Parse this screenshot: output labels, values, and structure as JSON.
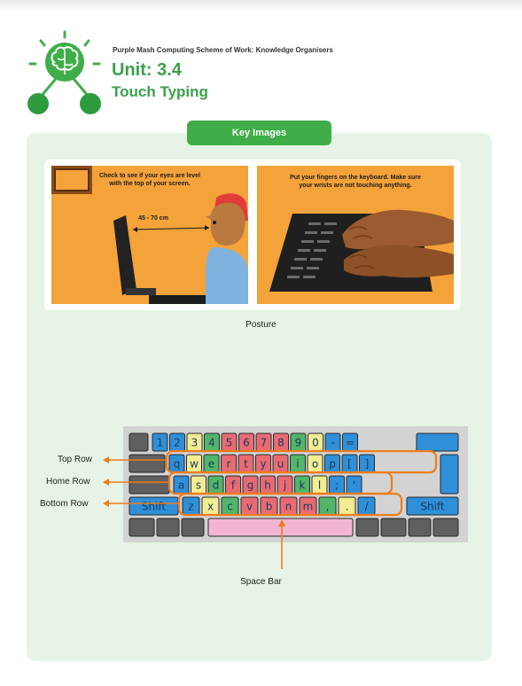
{
  "header": {
    "series": "Purple Mash Computing Scheme of Work: Knowledge Organisers",
    "unit": "Unit: 3.4",
    "topic": "Touch Typing"
  },
  "section": {
    "tab_label": "Key Images"
  },
  "images": [
    {
      "text_line1": "Check to see if your eyes are level",
      "text_line2": "with the top of your screen.",
      "measure": "45 - 70 cm"
    },
    {
      "text_line1": "Put your fingers on the keyboard.  Make sure",
      "text_line2": "your wrists are not touching anything."
    }
  ],
  "posture_caption": "Posture",
  "keyboard": {
    "number_row": [
      "1",
      "2",
      "3",
      "4",
      "5",
      "6",
      "7",
      "8",
      "9",
      "0",
      "-",
      "="
    ],
    "top_row": [
      "q",
      "w",
      "e",
      "r",
      "t",
      "y",
      "u",
      "i",
      "o",
      "p",
      "[",
      "]"
    ],
    "home_row": [
      "a",
      "s",
      "d",
      "f",
      "g",
      "h",
      "j",
      "k",
      "l",
      ";",
      "'"
    ],
    "bottom_row": [
      "z",
      "x",
      "c",
      "v",
      "b",
      "n",
      "m",
      ",",
      ".",
      "/"
    ],
    "shift_left": "Shift",
    "shift_right": "Shift",
    "labels": {
      "top": "Top Row",
      "home": "Home Row",
      "bottom": "Bottom Row",
      "space": "Space Bar"
    }
  },
  "colors": {
    "brand_green": "#3aa04a",
    "panel_bg": "#e6f3e6",
    "annotation_orange": "#ef7d1a",
    "key_blue": "#2f8fd8",
    "key_yellow": "#f2ec92",
    "key_green": "#52b56a",
    "key_red": "#e86b73",
    "key_gray": "#5f5f5f",
    "space_pink": "#f2b6d2"
  }
}
